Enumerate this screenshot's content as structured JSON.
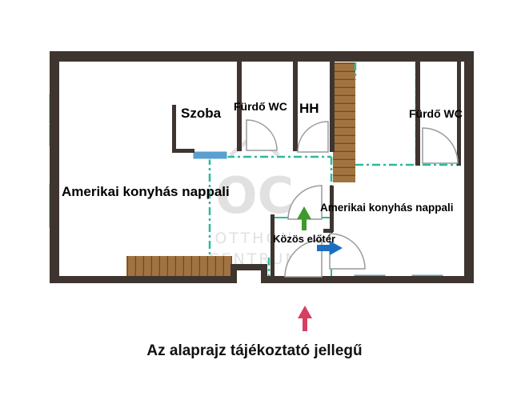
{
  "plan": {
    "rooms": {
      "szoba": "Szoba",
      "furdo_wc_1": "Fürdő WC",
      "hh": "HH",
      "furdo_wc_2": "Fürdő WC",
      "nappali_1": "Amerikai konyhás nappali",
      "nappali_2": "Amerikai konyhás nappali",
      "eloter": "Közös előtér"
    },
    "colors": {
      "wall": "#3e3530",
      "window": "#5a9fd0",
      "stairs": "#a07340",
      "partition": "#2fb89e",
      "door": "#b5b5b5",
      "arrow_up": "#3f9a2e",
      "arrow_right": "#1b6fc0",
      "arrow_entry": "#d63f63"
    }
  },
  "watermark": {
    "logo": "OC",
    "line1": "OTTHON",
    "line2": "CENTRUM"
  },
  "caption": "Az alaprajz tájékoztató jellegű"
}
